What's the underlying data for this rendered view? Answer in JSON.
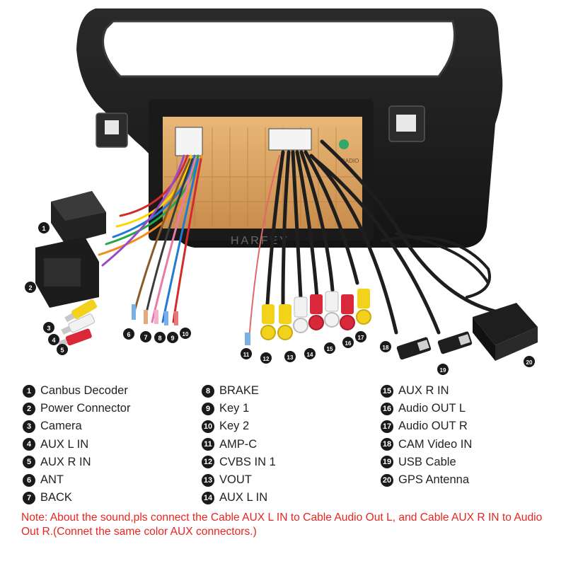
{
  "brand_watermark": "HARFEY",
  "radio_label": "RADIO",
  "callouts": [
    "1",
    "2",
    "3",
    "4",
    "5",
    "6",
    "7",
    "8",
    "9",
    "10",
    "11",
    "12",
    "13",
    "14",
    "15",
    "16",
    "17",
    "18",
    "19",
    "20"
  ],
  "legend": {
    "col1": [
      {
        "num": "1",
        "label": "Canbus Decoder"
      },
      {
        "num": "2",
        "label": "Power Connector"
      },
      {
        "num": "3",
        "label": "Camera"
      },
      {
        "num": "4",
        "label": "AUX L IN"
      },
      {
        "num": "5",
        "label": "AUX R IN"
      },
      {
        "num": "6",
        "label": "ANT"
      },
      {
        "num": "7",
        "label": "BACK"
      }
    ],
    "col2": [
      {
        "num": "8",
        "label": "BRAKE"
      },
      {
        "num": "9",
        "label": "Key 1"
      },
      {
        "num": "10",
        "label": "Key 2"
      },
      {
        "num": "11",
        "label": "AMP-C"
      },
      {
        "num": "12",
        "label": "CVBS IN 1"
      },
      {
        "num": "13",
        "label": "VOUT"
      },
      {
        "num": "14",
        "label": "AUX L IN"
      }
    ],
    "col3": [
      {
        "num": "15",
        "label": "AUX R IN"
      },
      {
        "num": "16",
        "label": "Audio OUT L"
      },
      {
        "num": "17",
        "label": "Audio OUT R"
      },
      {
        "num": "18",
        "label": "CAM Video IN"
      },
      {
        "num": "19",
        "label": "USB Cable"
      },
      {
        "num": "20",
        "label": "GPS Antenna"
      }
    ]
  },
  "note": "Note: About the sound,pls connect the Cable AUX L IN to Cable Audio Out L, and Cable AUX R IN to  Audio Out R.(Connet the same color AUX connectors.)",
  "colors": {
    "note_red": "#e8251f",
    "frame_black": "#1e1e1e",
    "chassis_gold": "#d9a062",
    "rca_yellow": "#f3d21c",
    "rca_red": "#d8283a",
    "rca_white": "#f2f2f2",
    "label_text": "#222222"
  },
  "icons": [
    "radio-frame",
    "head-unit-chassis",
    "canbus-decoder-box",
    "power-connector",
    "rca-connector",
    "usb-connector",
    "gps-antenna",
    "pin-connector"
  ]
}
